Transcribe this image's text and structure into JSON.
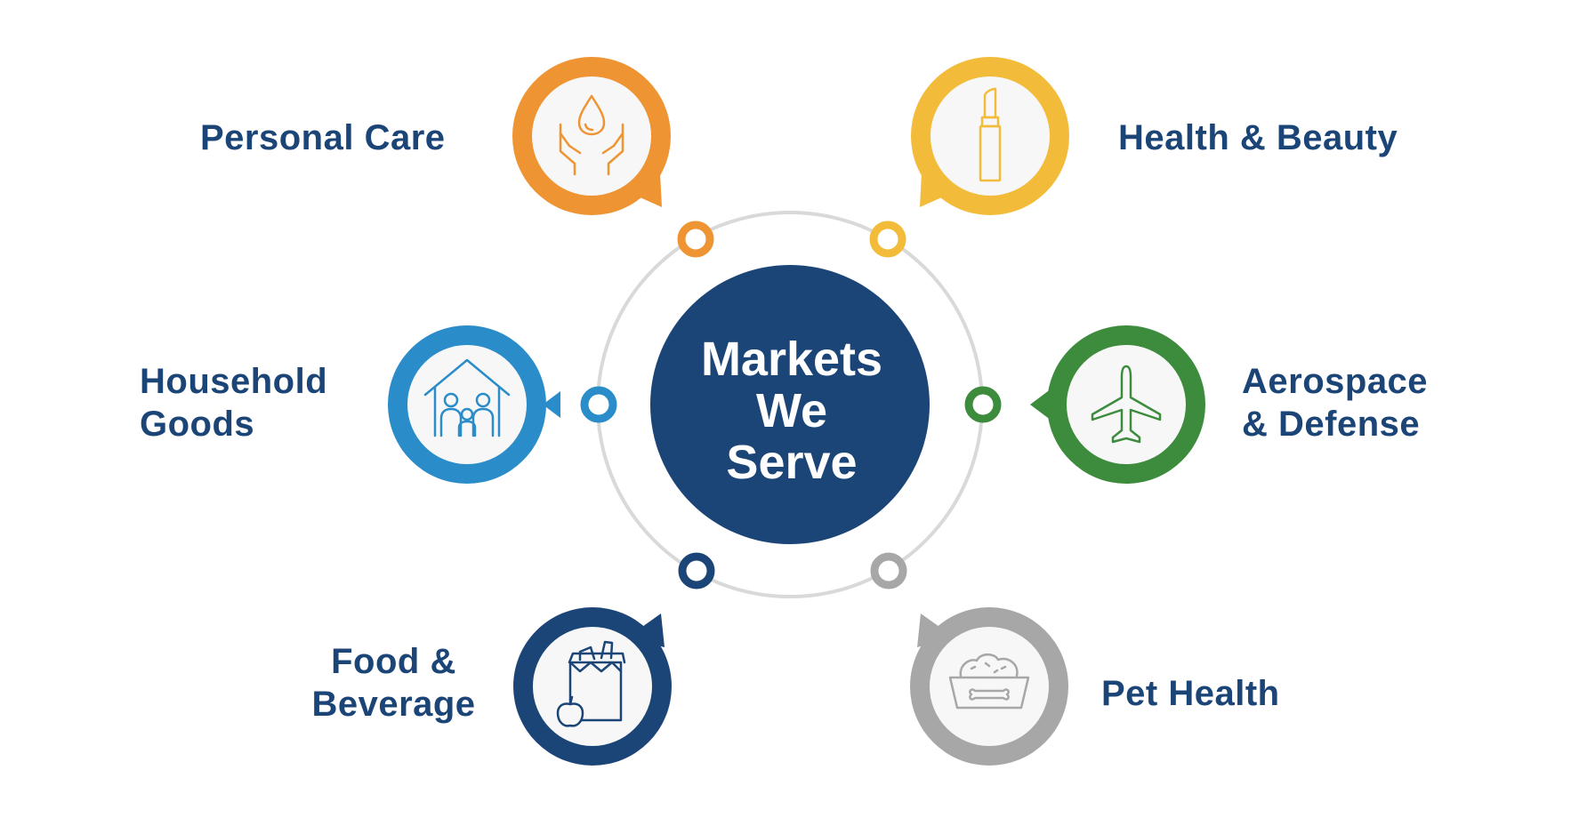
{
  "center": {
    "line1": "Markets",
    "line2": "We",
    "line3": "Serve"
  },
  "markets": [
    {
      "label_lines": [
        "Personal Care"
      ],
      "icon": "hands-water-drop-icon",
      "color": "#EE9433"
    },
    {
      "label_lines": [
        "Health & Beauty"
      ],
      "icon": "lipstick-icon",
      "color": "#F2BC3A"
    },
    {
      "label_lines": [
        "Household",
        "Goods"
      ],
      "icon": "house-family-icon",
      "color": "#2A8CC9"
    },
    {
      "label_lines": [
        "Aerospace",
        "& Defense"
      ],
      "icon": "airplane-icon",
      "color": "#3D8B3D"
    },
    {
      "label_lines": [
        "Food &",
        "Beverage"
      ],
      "icon": "grocery-bag-icon",
      "color": "#1C4577"
    },
    {
      "label_lines": [
        "Pet Health"
      ],
      "icon": "pet-food-bowl-icon",
      "color": "#A7A7A7"
    }
  ],
  "colors": {
    "text": "#1C4577",
    "center_fill": "#1C4577",
    "ring": "#D9D9D9"
  }
}
